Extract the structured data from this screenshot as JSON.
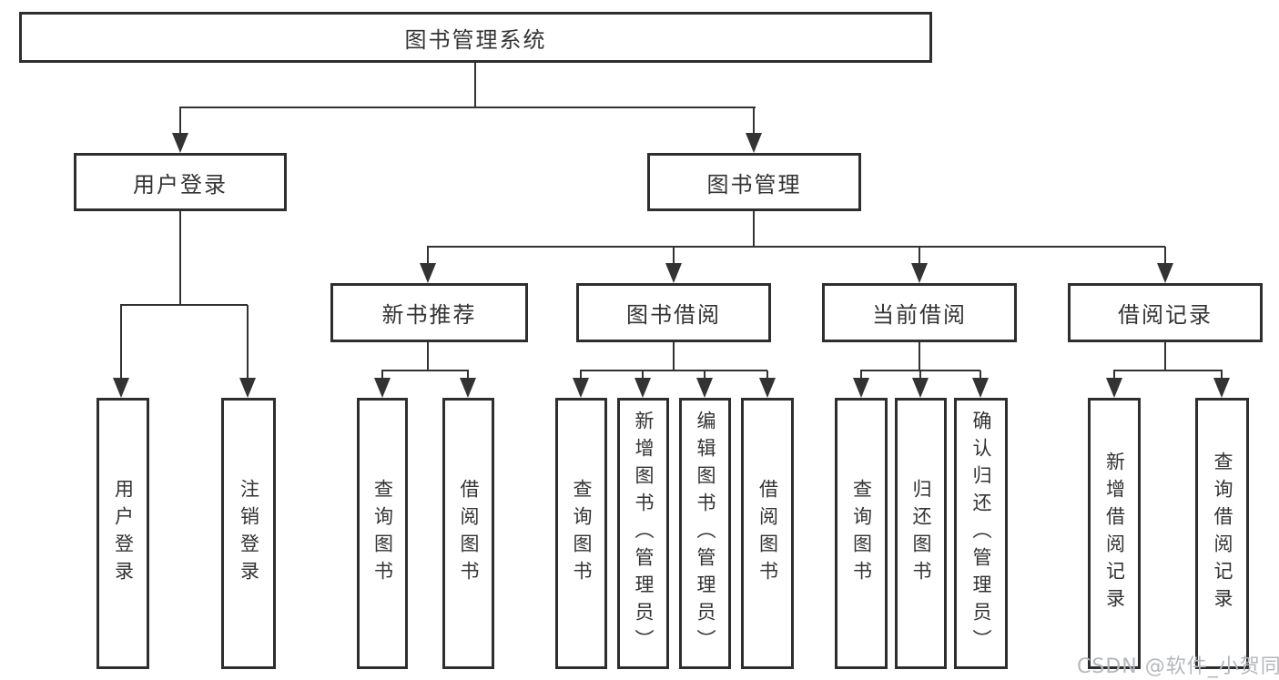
{
  "tree": {
    "label": "图书管理系统",
    "children": [
      {
        "label": "用户登录",
        "children": [
          {
            "label": "用户登录"
          },
          {
            "label": "注销登录"
          }
        ]
      },
      {
        "label": "图书管理",
        "children": [
          {
            "label": "新书推荐",
            "children": [
              {
                "label": "查询图书"
              },
              {
                "label": "借阅图书"
              }
            ]
          },
          {
            "label": "图书借阅",
            "children": [
              {
                "label": "查询图书"
              },
              {
                "label": "新增图书（管理员）"
              },
              {
                "label": "编辑图书（管理员）"
              },
              {
                "label": "借阅图书"
              }
            ]
          },
          {
            "label": "当前借阅",
            "children": [
              {
                "label": "查询图书"
              },
              {
                "label": "归还图书"
              },
              {
                "label": "确认归还（管理员）"
              }
            ]
          },
          {
            "label": "借阅记录",
            "children": [
              {
                "label": "新增借阅记录"
              },
              {
                "label": "查询借阅记录"
              }
            ]
          }
        ]
      }
    ]
  },
  "watermark": {
    "text": "CSDN @软件_小贺同学"
  },
  "colors": {
    "line": "#333333",
    "box_border": "#2e2e2e",
    "text": "#333333",
    "watermark": "#b4b8bc",
    "background": "#ffffff"
  }
}
